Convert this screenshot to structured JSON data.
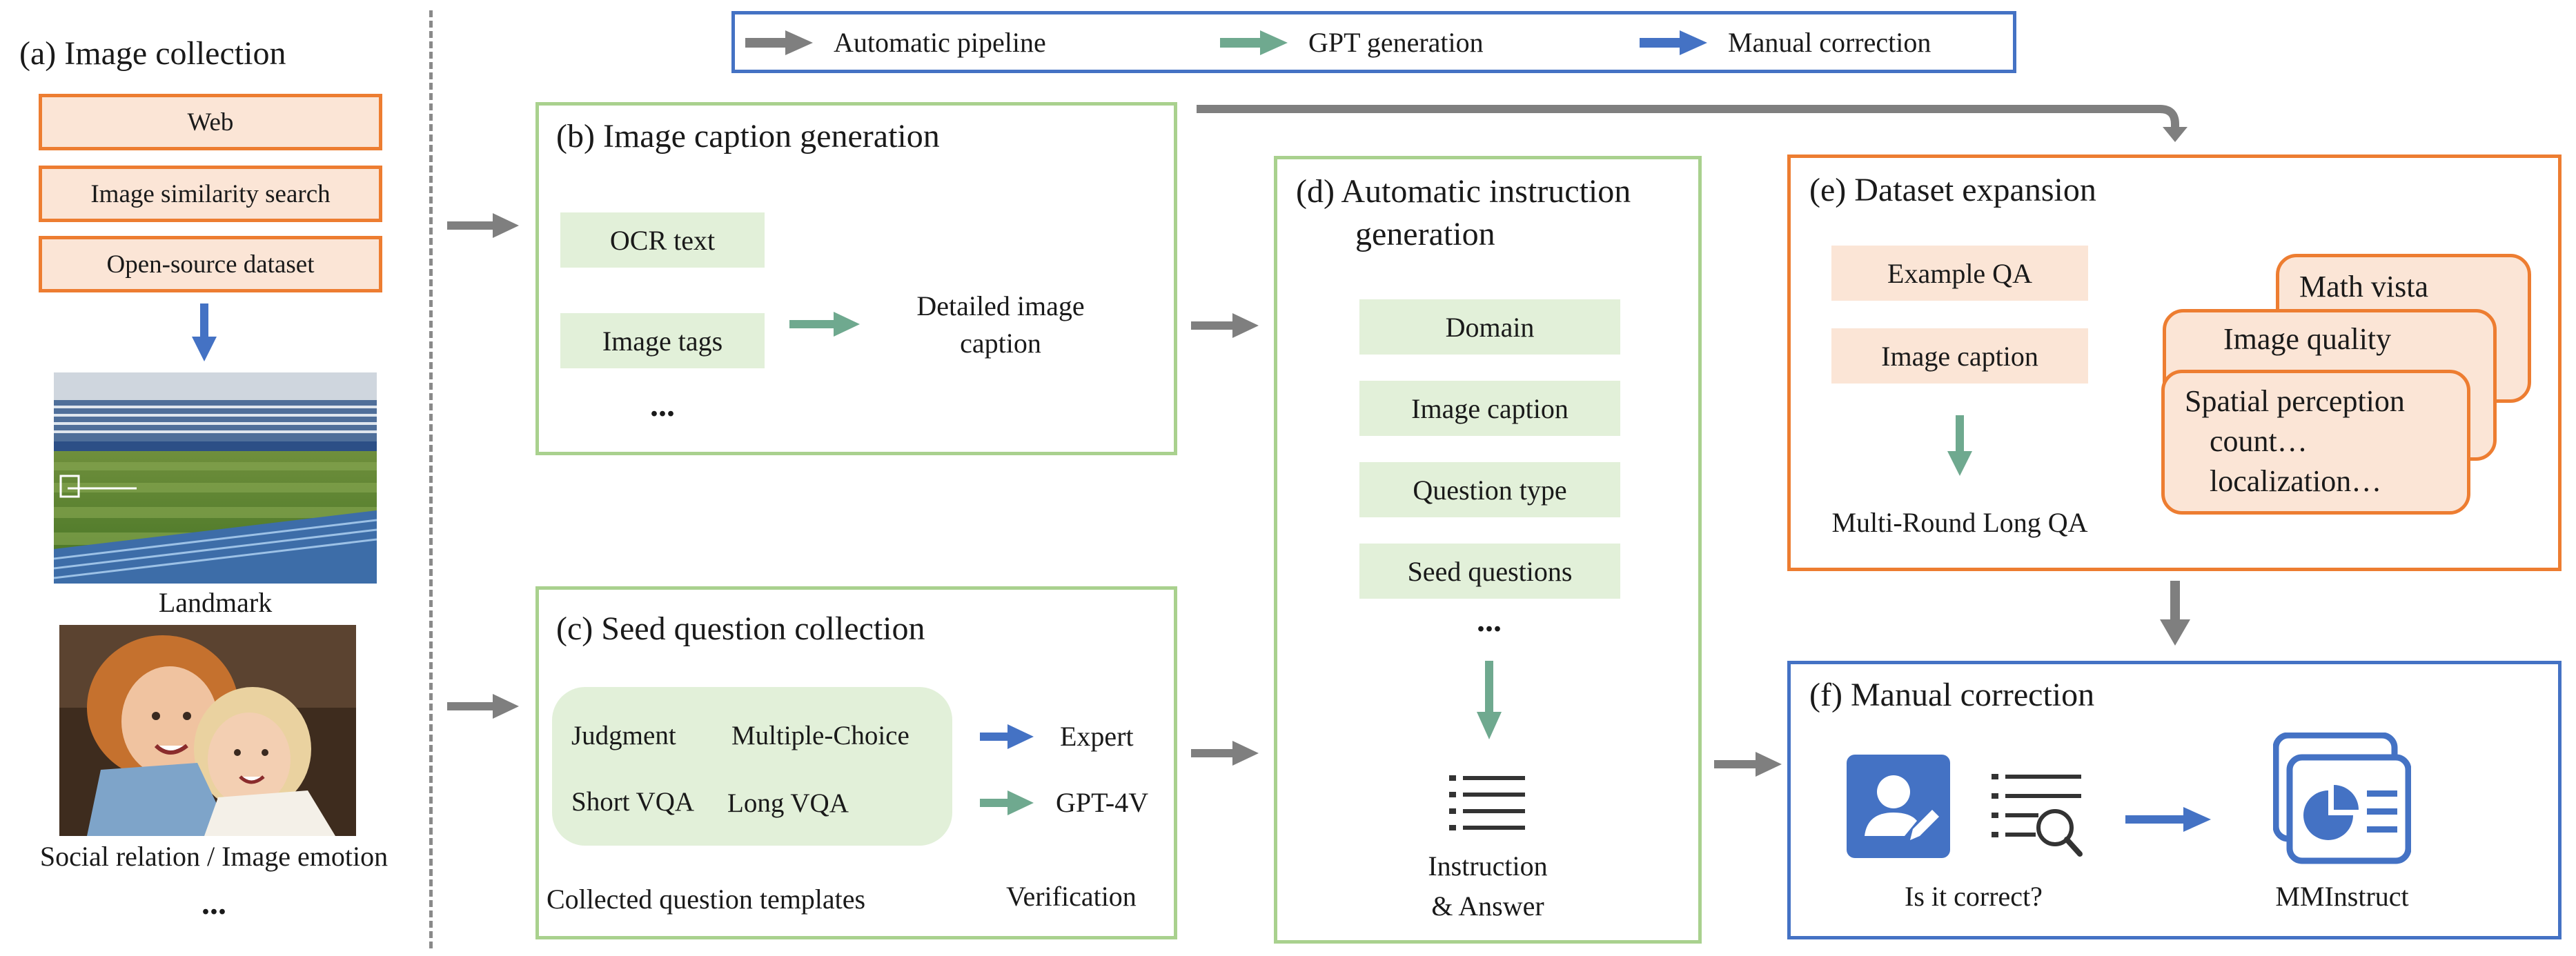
{
  "legend": {
    "automatic_pipeline": "Automatic pipeline",
    "gpt_generation": "GPT generation",
    "manual_correction": "Manual correction"
  },
  "colors": {
    "gray_arrow": "#7f7f7f",
    "green_arrow": "#6fa98f",
    "blue_arrow": "#4472c4",
    "green_border": "#a9d18e",
    "green_fill": "#e2f0d9",
    "orange_border": "#ed7d31",
    "orange_fill": "#fbe5d6",
    "blue_border": "#4472c4"
  },
  "section_a": {
    "title": "(a) Image collection",
    "sources": [
      "Web",
      "Image similarity search",
      "Open-source dataset"
    ],
    "image1_caption": "Landmark",
    "image2_caption": "Social relation / Image emotion",
    "ellipsis": "..."
  },
  "section_b": {
    "title": "(b) Image caption generation",
    "inputs": [
      "OCR text",
      "Image tags"
    ],
    "ellipsis": "...",
    "output_line1": "Detailed image",
    "output_line2": "caption"
  },
  "section_c": {
    "title": "(c) Seed question collection",
    "types": [
      "Judgment",
      "Multiple-Choice",
      "Short VQA",
      "Long VQA"
    ],
    "templates_caption": "Collected question templates",
    "verifier_expert": "Expert",
    "verifier_gpt": "GPT-4V",
    "verification_caption": "Verification"
  },
  "section_d": {
    "title_line1": "(d) Automatic instruction",
    "title_line2": "generation",
    "items": [
      "Domain",
      "Image caption",
      "Question type",
      "Seed questions"
    ],
    "ellipsis": "...",
    "output_line1": "Instruction",
    "output_line2": "& Answer",
    "output_icon": "list-icon"
  },
  "section_e": {
    "title": "(e) Dataset expansion",
    "inputs": [
      "Example QA",
      "Image caption"
    ],
    "output": "Multi-Round Long QA",
    "card_back": "Math vista",
    "card_middle": "Image quality",
    "card_front_lines": [
      "Spatial perception",
      "count…",
      "localization…"
    ]
  },
  "section_f": {
    "title": "(f) Manual correction",
    "question": "Is it correct?",
    "result": "MMInstruct",
    "icons": [
      "user-edit-icon",
      "list-search-icon",
      "dataset-chart-icon"
    ]
  }
}
